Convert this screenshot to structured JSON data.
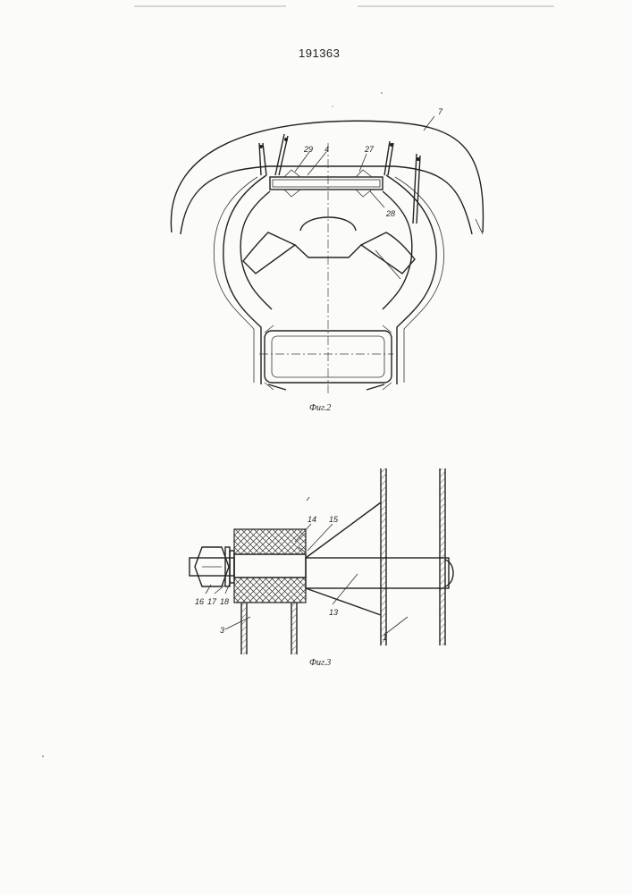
{
  "header": {
    "patent_number": "191363"
  },
  "figure2": {
    "caption": "Фиг.2",
    "callouts": [
      "7",
      "29",
      "4",
      "27",
      "28"
    ]
  },
  "figure3": {
    "caption": "Фиг.3",
    "callouts": [
      "14",
      "15",
      "16",
      "17",
      "18",
      "3",
      "13",
      "1"
    ]
  }
}
